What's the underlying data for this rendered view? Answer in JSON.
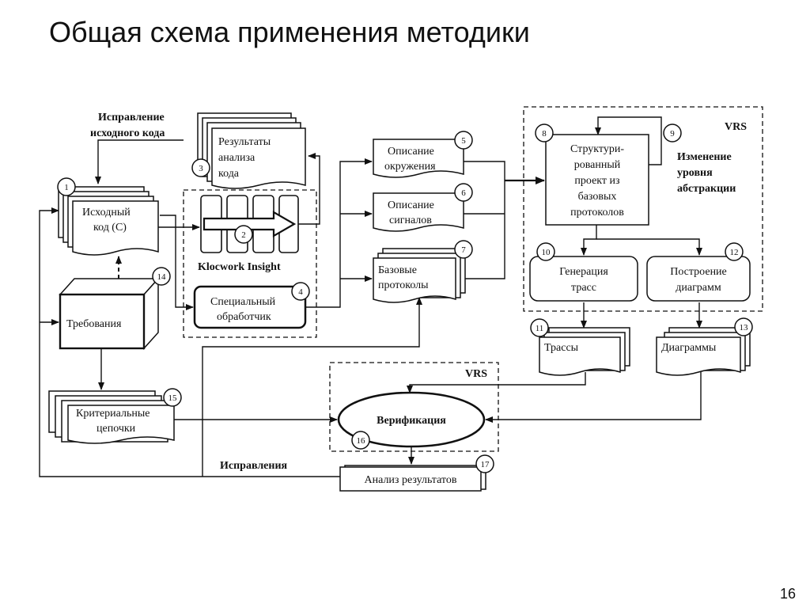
{
  "title": "Общая схема применения методики",
  "page_number": "16",
  "nodes": {
    "source_code": {
      "num": "1",
      "line1": "Исходный",
      "line2": "код (C)"
    },
    "klocwork": {
      "num": "2",
      "label": "Klocwork Insight"
    },
    "analysis_results": {
      "num": "3",
      "line1": "Результаты",
      "line2": "анализа",
      "line3": "кода"
    },
    "special_handler": {
      "num": "4",
      "line1": "Специальный",
      "line2": "обработчик"
    },
    "env_description": {
      "num": "5",
      "line1": "Описание",
      "line2": "окружения"
    },
    "signal_description": {
      "num": "6",
      "line1": "Описание",
      "line2": "сигналов"
    },
    "base_protocols": {
      "num": "7",
      "line1": "Базовые",
      "line2": "протоколы"
    },
    "structured_project": {
      "num": "8",
      "line1": "Структури-",
      "line2": "рованный",
      "line3": "проект из",
      "line4": "базовых",
      "line5": "протоколов"
    },
    "abstraction_change": {
      "num": "9",
      "line1": "Изменение",
      "line2": "уровня",
      "line3": "абстракции"
    },
    "trace_generation": {
      "num": "10",
      "line1": "Генерация",
      "line2": "трасс"
    },
    "traces": {
      "num": "11",
      "label": "Трассы"
    },
    "diagram_building": {
      "num": "12",
      "line1": "Построение",
      "line2": "диаграмм"
    },
    "diagrams": {
      "num": "13",
      "label": "Диаграммы"
    },
    "requirements": {
      "num": "14",
      "label": "Требования"
    },
    "criteria_chains": {
      "num": "15",
      "line1": "Критериальные",
      "line2": "цепочки"
    },
    "verification": {
      "num": "16",
      "label": "Верификация"
    },
    "results_analysis": {
      "num": "17",
      "label": "Анализ результатов"
    }
  },
  "labels": {
    "source_fix_line1": "Исправление",
    "source_fix_line2": "исходного кода",
    "fixes": "Исправления",
    "vrs_top": "VRS",
    "vrs_bottom": "VRS"
  }
}
